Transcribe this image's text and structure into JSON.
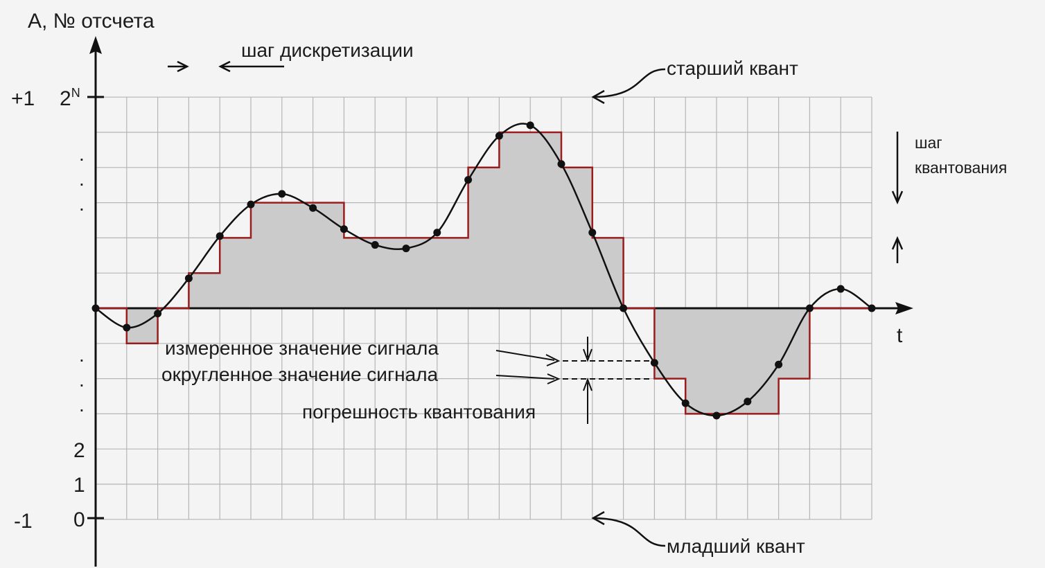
{
  "axis": {
    "y_title": "А, № отсчета",
    "x_title": "t",
    "plus_one": "+1",
    "minus_one": "-1",
    "top_code_base": "2",
    "top_code_exp": "N",
    "codes_low": [
      "0",
      "1",
      "2"
    ],
    "ellipsis": "."
  },
  "annotations": {
    "sampling_step": "шаг дискретизации",
    "msb": "старший квант",
    "lsb": "младший квант",
    "quant_step_line1": "шаг",
    "quant_step_line2": "квантования",
    "measured": "измеренное значение сигнала",
    "rounded": "округленное значение сигнала",
    "error": "погрешность квантования"
  },
  "chart_data": {
    "type": "line",
    "x_unit": "sample index",
    "y_unit": "quantization level",
    "x": [
      0,
      1,
      2,
      3,
      4,
      5,
      6,
      7,
      8,
      9,
      10,
      11,
      12,
      13,
      14,
      15,
      16,
      17,
      18,
      19,
      20,
      21,
      22,
      23,
      24,
      25
    ],
    "series": [
      {
        "values": [
          0,
          -0.55,
          -0.15,
          0.85,
          2.05,
          2.95,
          3.25,
          2.85,
          2.25,
          1.8,
          1.7,
          2.15,
          3.65,
          4.9,
          5.2,
          4.1,
          2.15,
          0,
          -1.55,
          -2.7,
          -3.05,
          -2.65,
          -1.6,
          0,
          0.55,
          0
        ]
      },
      {
        "values": [
          0,
          -1,
          0,
          1,
          2,
          3,
          3,
          3,
          2,
          2,
          2,
          2,
          4,
          5,
          5,
          4,
          2,
          0,
          -2,
          -3,
          -3,
          -3,
          -2,
          0,
          0,
          0
        ]
      }
    ],
    "xlim": [
      0,
      25
    ],
    "ylim": [
      -6,
      6
    ],
    "grid": true,
    "colors": {
      "signal": "#111111",
      "quantized": "#9b1c1c",
      "fill": "#cbcbcb",
      "grid": "#b5b5b5"
    }
  }
}
